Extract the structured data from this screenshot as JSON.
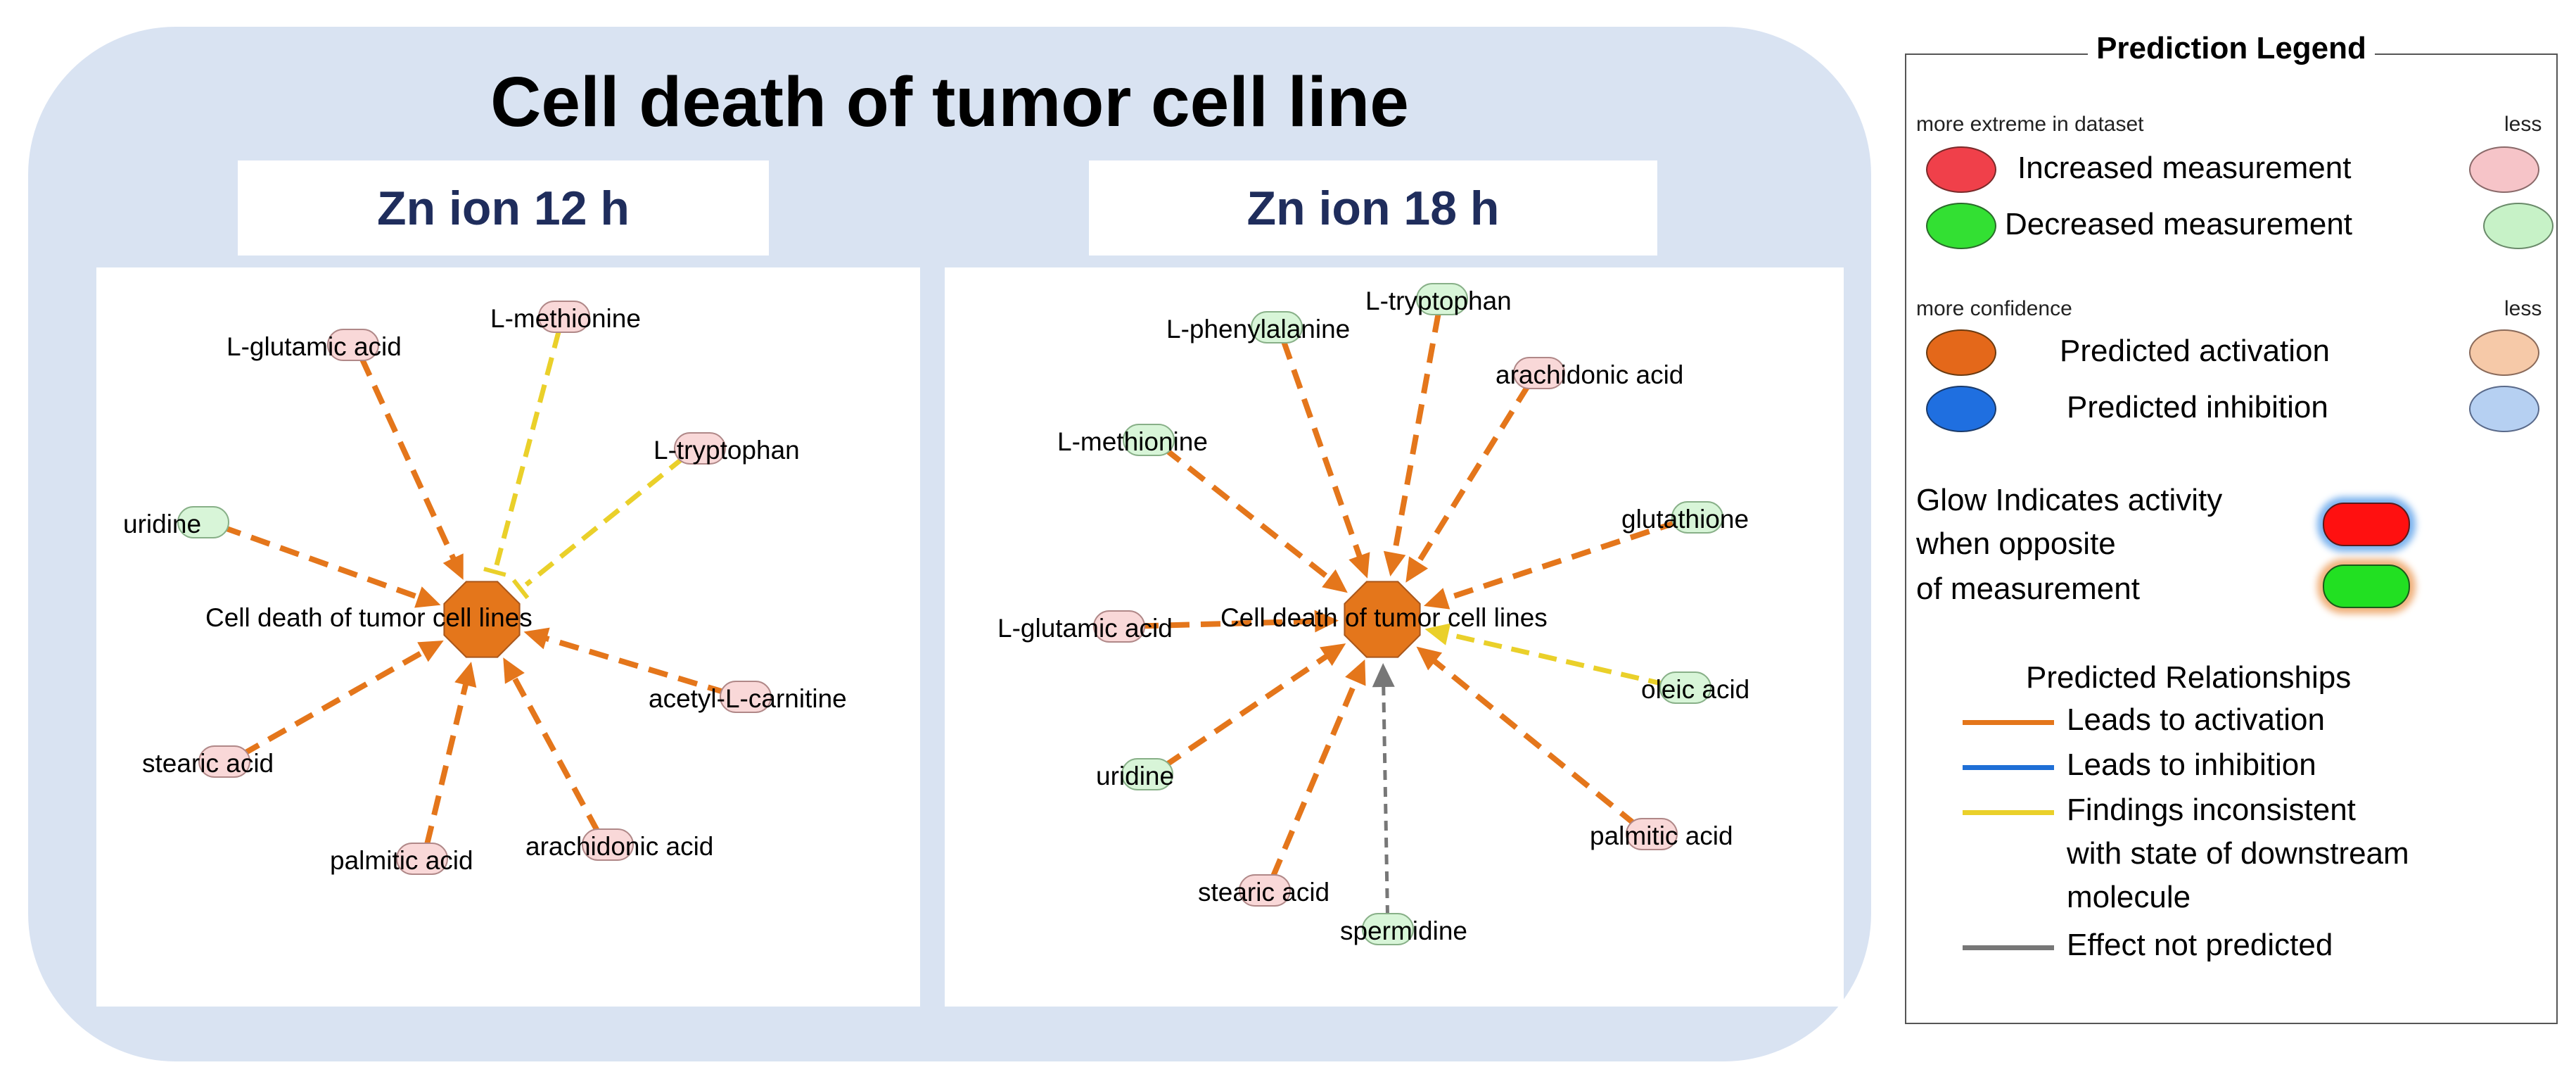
{
  "title": "Cell death of tumor cell line",
  "panels": [
    {
      "subtitle": "Zn ion 12 h",
      "center": "Cell death of tumor cell lines",
      "nodes": [
        {
          "label": "L-glutamic acid",
          "kind": "increased",
          "edge": "activation"
        },
        {
          "label": "L-methionine",
          "kind": "increased",
          "edge": "inconsistent"
        },
        {
          "label": "L-tryptophan",
          "kind": "increased",
          "edge": "inconsistent"
        },
        {
          "label": "uridine",
          "kind": "decreased",
          "edge": "activation"
        },
        {
          "label": "acetyl-L-carnitine",
          "kind": "increased",
          "edge": "activation"
        },
        {
          "label": "stearic acid",
          "kind": "increased",
          "edge": "activation"
        },
        {
          "label": "palmitic acid",
          "kind": "increased",
          "edge": "activation"
        },
        {
          "label": "arachidonic acid",
          "kind": "increased",
          "edge": "activation"
        }
      ]
    },
    {
      "subtitle": "Zn ion 18 h",
      "center": "Cell death of tumor cell lines",
      "nodes": [
        {
          "label": "L-phenylalanine",
          "kind": "decreased",
          "edge": "activation"
        },
        {
          "label": "L-tryptophan",
          "kind": "decreased",
          "edge": "activation"
        },
        {
          "label": "arachidonic acid",
          "kind": "increased",
          "edge": "activation"
        },
        {
          "label": "L-methionine",
          "kind": "decreased",
          "edge": "activation"
        },
        {
          "label": "glutathione",
          "kind": "decreased",
          "edge": "activation"
        },
        {
          "label": "L-glutamic acid",
          "kind": "increased",
          "edge": "activation"
        },
        {
          "label": "oleic acid",
          "kind": "decreased",
          "edge": "inconsistent"
        },
        {
          "label": "uridine",
          "kind": "decreased",
          "edge": "activation"
        },
        {
          "label": "palmitic acid",
          "kind": "increased",
          "edge": "activation"
        },
        {
          "label": "stearic acid",
          "kind": "increased",
          "edge": "activation"
        },
        {
          "label": "spermidine",
          "kind": "decreased",
          "edge": "not_predicted"
        }
      ]
    }
  ],
  "legend": {
    "title": "Prediction Legend",
    "more_extreme": "more extreme in dataset",
    "less1": "less",
    "increased": "Increased measurement",
    "decreased": "Decreased measurement",
    "more_confidence": "more confidence",
    "less2": "less",
    "activation": "Predicted activation",
    "inhibition": "Predicted inhibition",
    "glow_line1": "Glow Indicates activity",
    "glow_line2": "when opposite",
    "glow_line3": "of measurement",
    "relationships_title": "Predicted Relationships",
    "rel_activation": "Leads to activation",
    "rel_inhibition": "Leads to inhibition",
    "rel_inconsistent_1": "Findings inconsistent",
    "rel_inconsistent_2": "with state of downstream",
    "rel_inconsistent_3": "molecule",
    "rel_not_predicted": "Effect not predicted"
  },
  "colors": {
    "panel_bg": "#d9e3f2",
    "activation": "#e4761b",
    "inconsistent": "#ead02a",
    "not_predicted": "#777777",
    "inhibition": "#1f6fd6",
    "increased_fill": "#f9d8d8",
    "decreased_fill": "#d8f5d8",
    "center_fill": "#e4761b"
  }
}
